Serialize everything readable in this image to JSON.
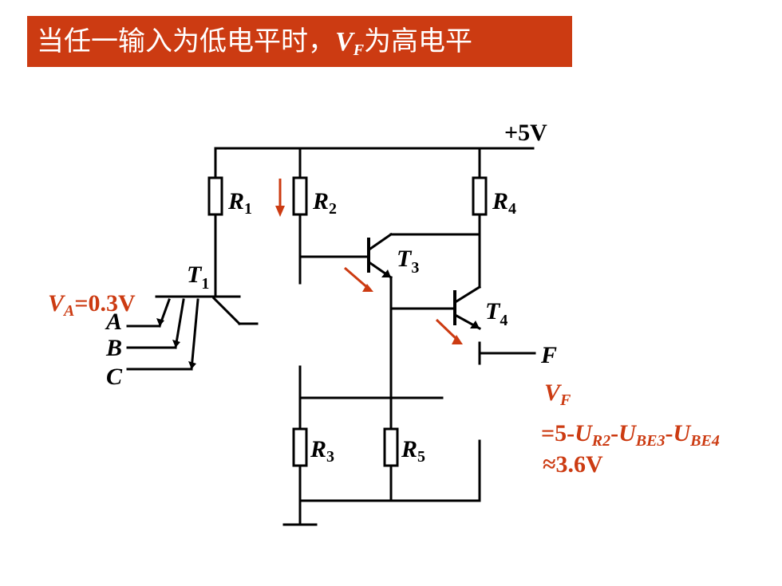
{
  "title": {
    "prefix": "当任一输入为低电平时，",
    "var_main": "V",
    "var_sub": "F",
    "suffix": "为高电平"
  },
  "supply_label": "+5V",
  "components": {
    "R1": {
      "main": "R",
      "sub": "1"
    },
    "R2": {
      "main": "R",
      "sub": "2"
    },
    "R3": {
      "main": "R",
      "sub": "3"
    },
    "R4": {
      "main": "R",
      "sub": "4"
    },
    "R5": {
      "main": "R",
      "sub": "5"
    },
    "T1": {
      "main": "T",
      "sub": "1"
    },
    "T3": {
      "main": "T",
      "sub": "3"
    },
    "T4": {
      "main": "T",
      "sub": "4"
    }
  },
  "inputs": {
    "va_main": "V",
    "va_sub": "A",
    "va_value": "=0.3V",
    "a": "A",
    "b": "B",
    "c": "C"
  },
  "output_label": "F",
  "formula": {
    "line1_main": "V",
    "line1_sub": "F",
    "line2_prefix": "=5-",
    "u1_main": "U",
    "u1_sub": "R2",
    "dash1": "-",
    "u2_main": "U",
    "u2_sub": "BE3",
    "dash2": "-",
    "u3_main": "U",
    "u3_sub": "BE4",
    "line3": "≈3.6V"
  },
  "colors": {
    "accent": "#cc3b12",
    "title_text": "#ffffff",
    "ink": "#000000"
  }
}
